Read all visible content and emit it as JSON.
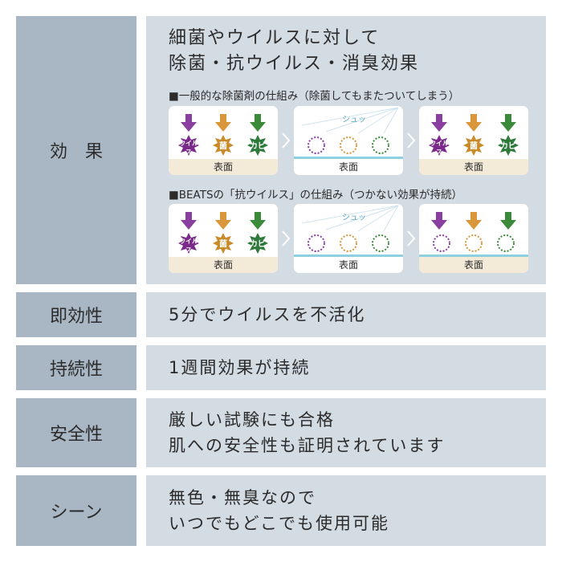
{
  "colors": {
    "label_bg": "#a9b6c3",
    "content_bg": "#d3dbe3",
    "virus": "#7a2a8a",
    "bacteria": "#c98a2a",
    "mold": "#2e7a3a",
    "arrow_virus": "#8a3fa0",
    "arrow_bacteria": "#d9963a",
    "arrow_mold": "#3a8a3a",
    "surface": "#f3ead8",
    "shield": "#8fd0e0"
  },
  "rows": [
    {
      "label": "効　果",
      "title_line1": "細菌やウイルスに対して",
      "title_line2": "除菌・抗ウイルス・消臭効果",
      "sub1": "■一般的な除菌剤の仕組み（除菌してもまたついてしまう）",
      "sub2": "■BEATSの「抗ウイルス」の仕組み（つかない効果が持続）",
      "surface_label": "表面",
      "spray_label": "シュッ",
      "germ_virus": "ウイルス",
      "germ_bacteria": "菌",
      "germ_mold": "カビ",
      "icons": [
        "arrow-down-icon",
        "virus-icon",
        "bacteria-icon",
        "mold-icon",
        "chevron-right-icon",
        "spray-icon",
        "germ-ring-icon"
      ]
    },
    {
      "label": "即効性",
      "line1": "5分でウイルスを不活化"
    },
    {
      "label": "持続性",
      "line1": "1週間効果が持続"
    },
    {
      "label": "安全性",
      "line1": "厳しい試験にも合格",
      "line2": "肌への安全性も証明されています"
    },
    {
      "label": "シーン",
      "line1": "無色・無臭なので",
      "line2": "いつでもどこでも使用可能"
    }
  ]
}
